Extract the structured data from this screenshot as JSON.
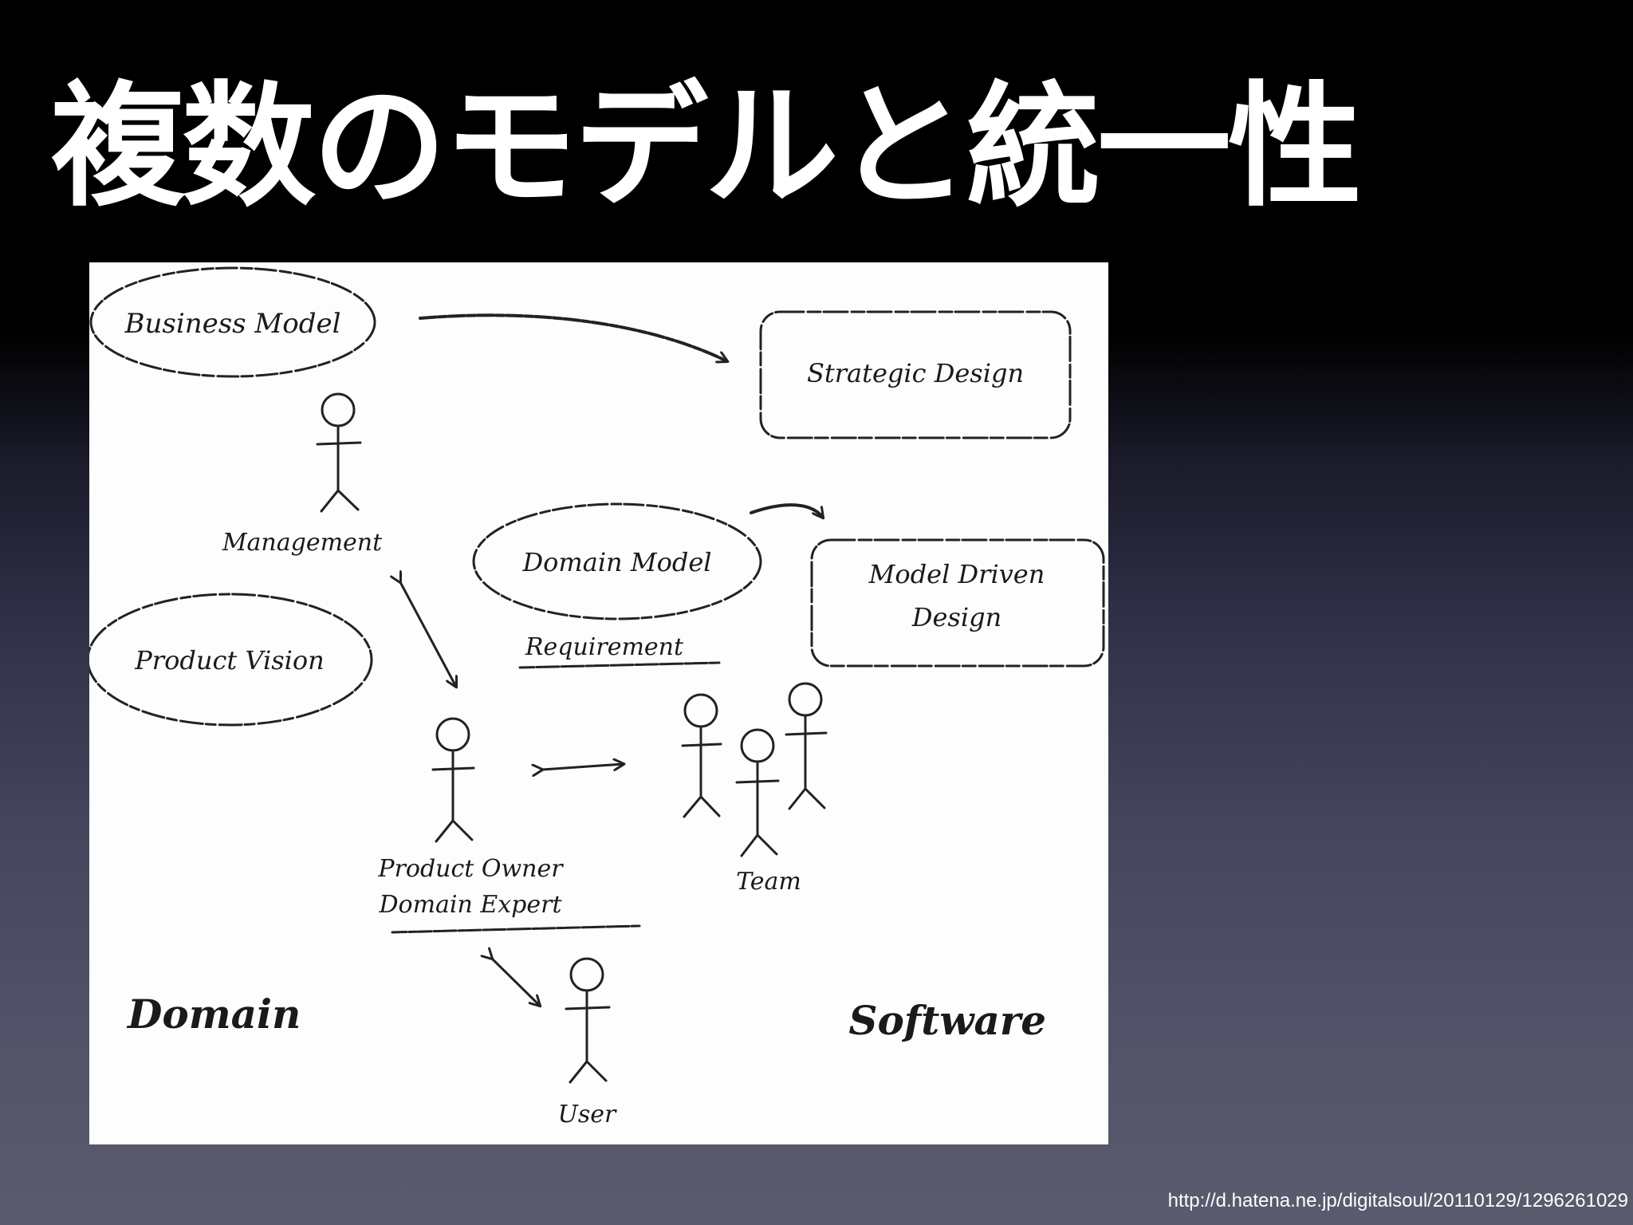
{
  "slide": {
    "title": "複数のモデルと統一性",
    "source_url": "http://d.hatena.ne.jp/digitalsoul/20110129/1296261029"
  },
  "diagram": {
    "ellipses": {
      "business_model": "Business Model",
      "domain_model": "Domain Model",
      "product_vision": "Product Vision"
    },
    "boxes": {
      "strategic_design": "Strategic Design",
      "model_driven_design_line1": "Model Driven",
      "model_driven_design_line2": "Design"
    },
    "actors": {
      "management": "Management",
      "product_owner": "Product Owner",
      "domain_expert": "Domain Expert",
      "team": "Team",
      "user": "User"
    },
    "labels": {
      "requirement": "Requirement",
      "domain": "Domain",
      "software": "Software"
    }
  },
  "colors": {
    "background_top": "#000000",
    "background_bottom": "#5b5b6f",
    "title": "#ffffff",
    "panel": "#fdfdfd",
    "ink": "#222222"
  }
}
